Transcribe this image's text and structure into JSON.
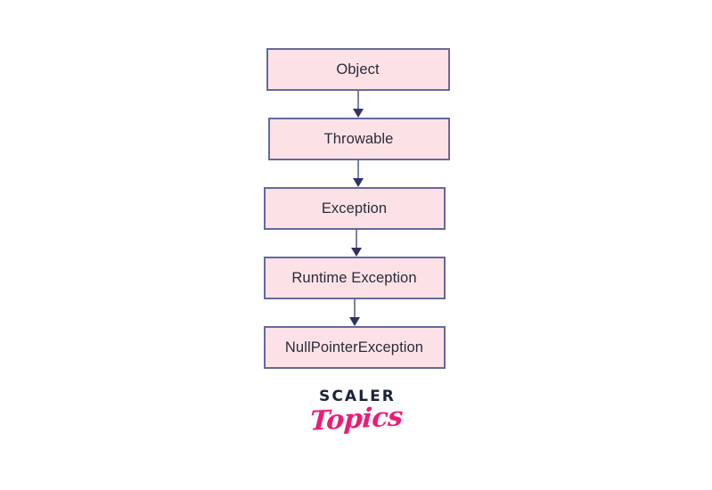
{
  "diagram": {
    "type": "flowchart-vertical-hierarchy",
    "orientation": "top-to-bottom",
    "node_fill_color": "#FCE2E6",
    "node_border_color": "#656A9B",
    "node_text_color": "#2B2B3B",
    "arrow_line_color": "#7D82A6",
    "arrow_head_color": "#2E3366",
    "background_color": "#FFFFFF",
    "nodes": [
      {
        "id": "object",
        "label": "Object"
      },
      {
        "id": "throwable",
        "label": "Throwable"
      },
      {
        "id": "exception",
        "label": "Exception"
      },
      {
        "id": "runtime-exception",
        "label": "Runtime Exception"
      },
      {
        "id": "nullpointerexception",
        "label": "NullPointerException"
      }
    ],
    "edges": [
      {
        "from": "object",
        "to": "throwable"
      },
      {
        "from": "throwable",
        "to": "exception"
      },
      {
        "from": "exception",
        "to": "runtime-exception"
      },
      {
        "from": "runtime-exception",
        "to": "nullpointerexception"
      }
    ]
  },
  "logo": {
    "primary_text": "SCALER",
    "secondary_text": "Topics",
    "primary_color": "#1C2237",
    "secondary_color": "#EC1C76"
  }
}
